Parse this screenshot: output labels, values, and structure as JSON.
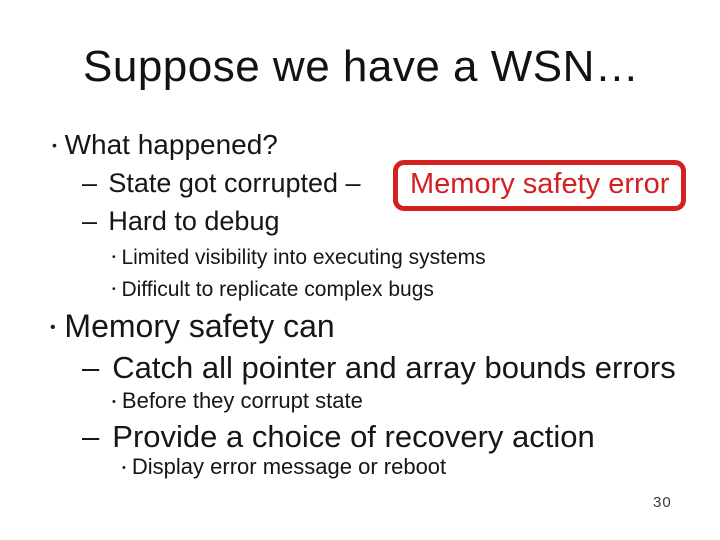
{
  "slide": {
    "title": "Suppose we have a WSN…",
    "accent_red": "#d32020",
    "page_number": "30",
    "markers": {
      "level1": "•",
      "level2": "–",
      "level3": "•"
    },
    "bullets": {
      "what_happened": "What happened?",
      "state_corrupted": "State got corrupted –",
      "hard_to_debug": "Hard to debug",
      "limited_visibility": "Limited visibility into executing systems",
      "difficult_replicate": "Difficult to replicate complex bugs",
      "memory_safety_can": "Memory safety can",
      "catch_all": "Catch all pointer and array bounds errors",
      "before_corrupt": "Before they corrupt state",
      "provide_choice": "Provide a choice of recovery action",
      "display_or_reboot": "Display error message or reboot"
    },
    "highlight": {
      "label": "Memory safety error"
    }
  }
}
